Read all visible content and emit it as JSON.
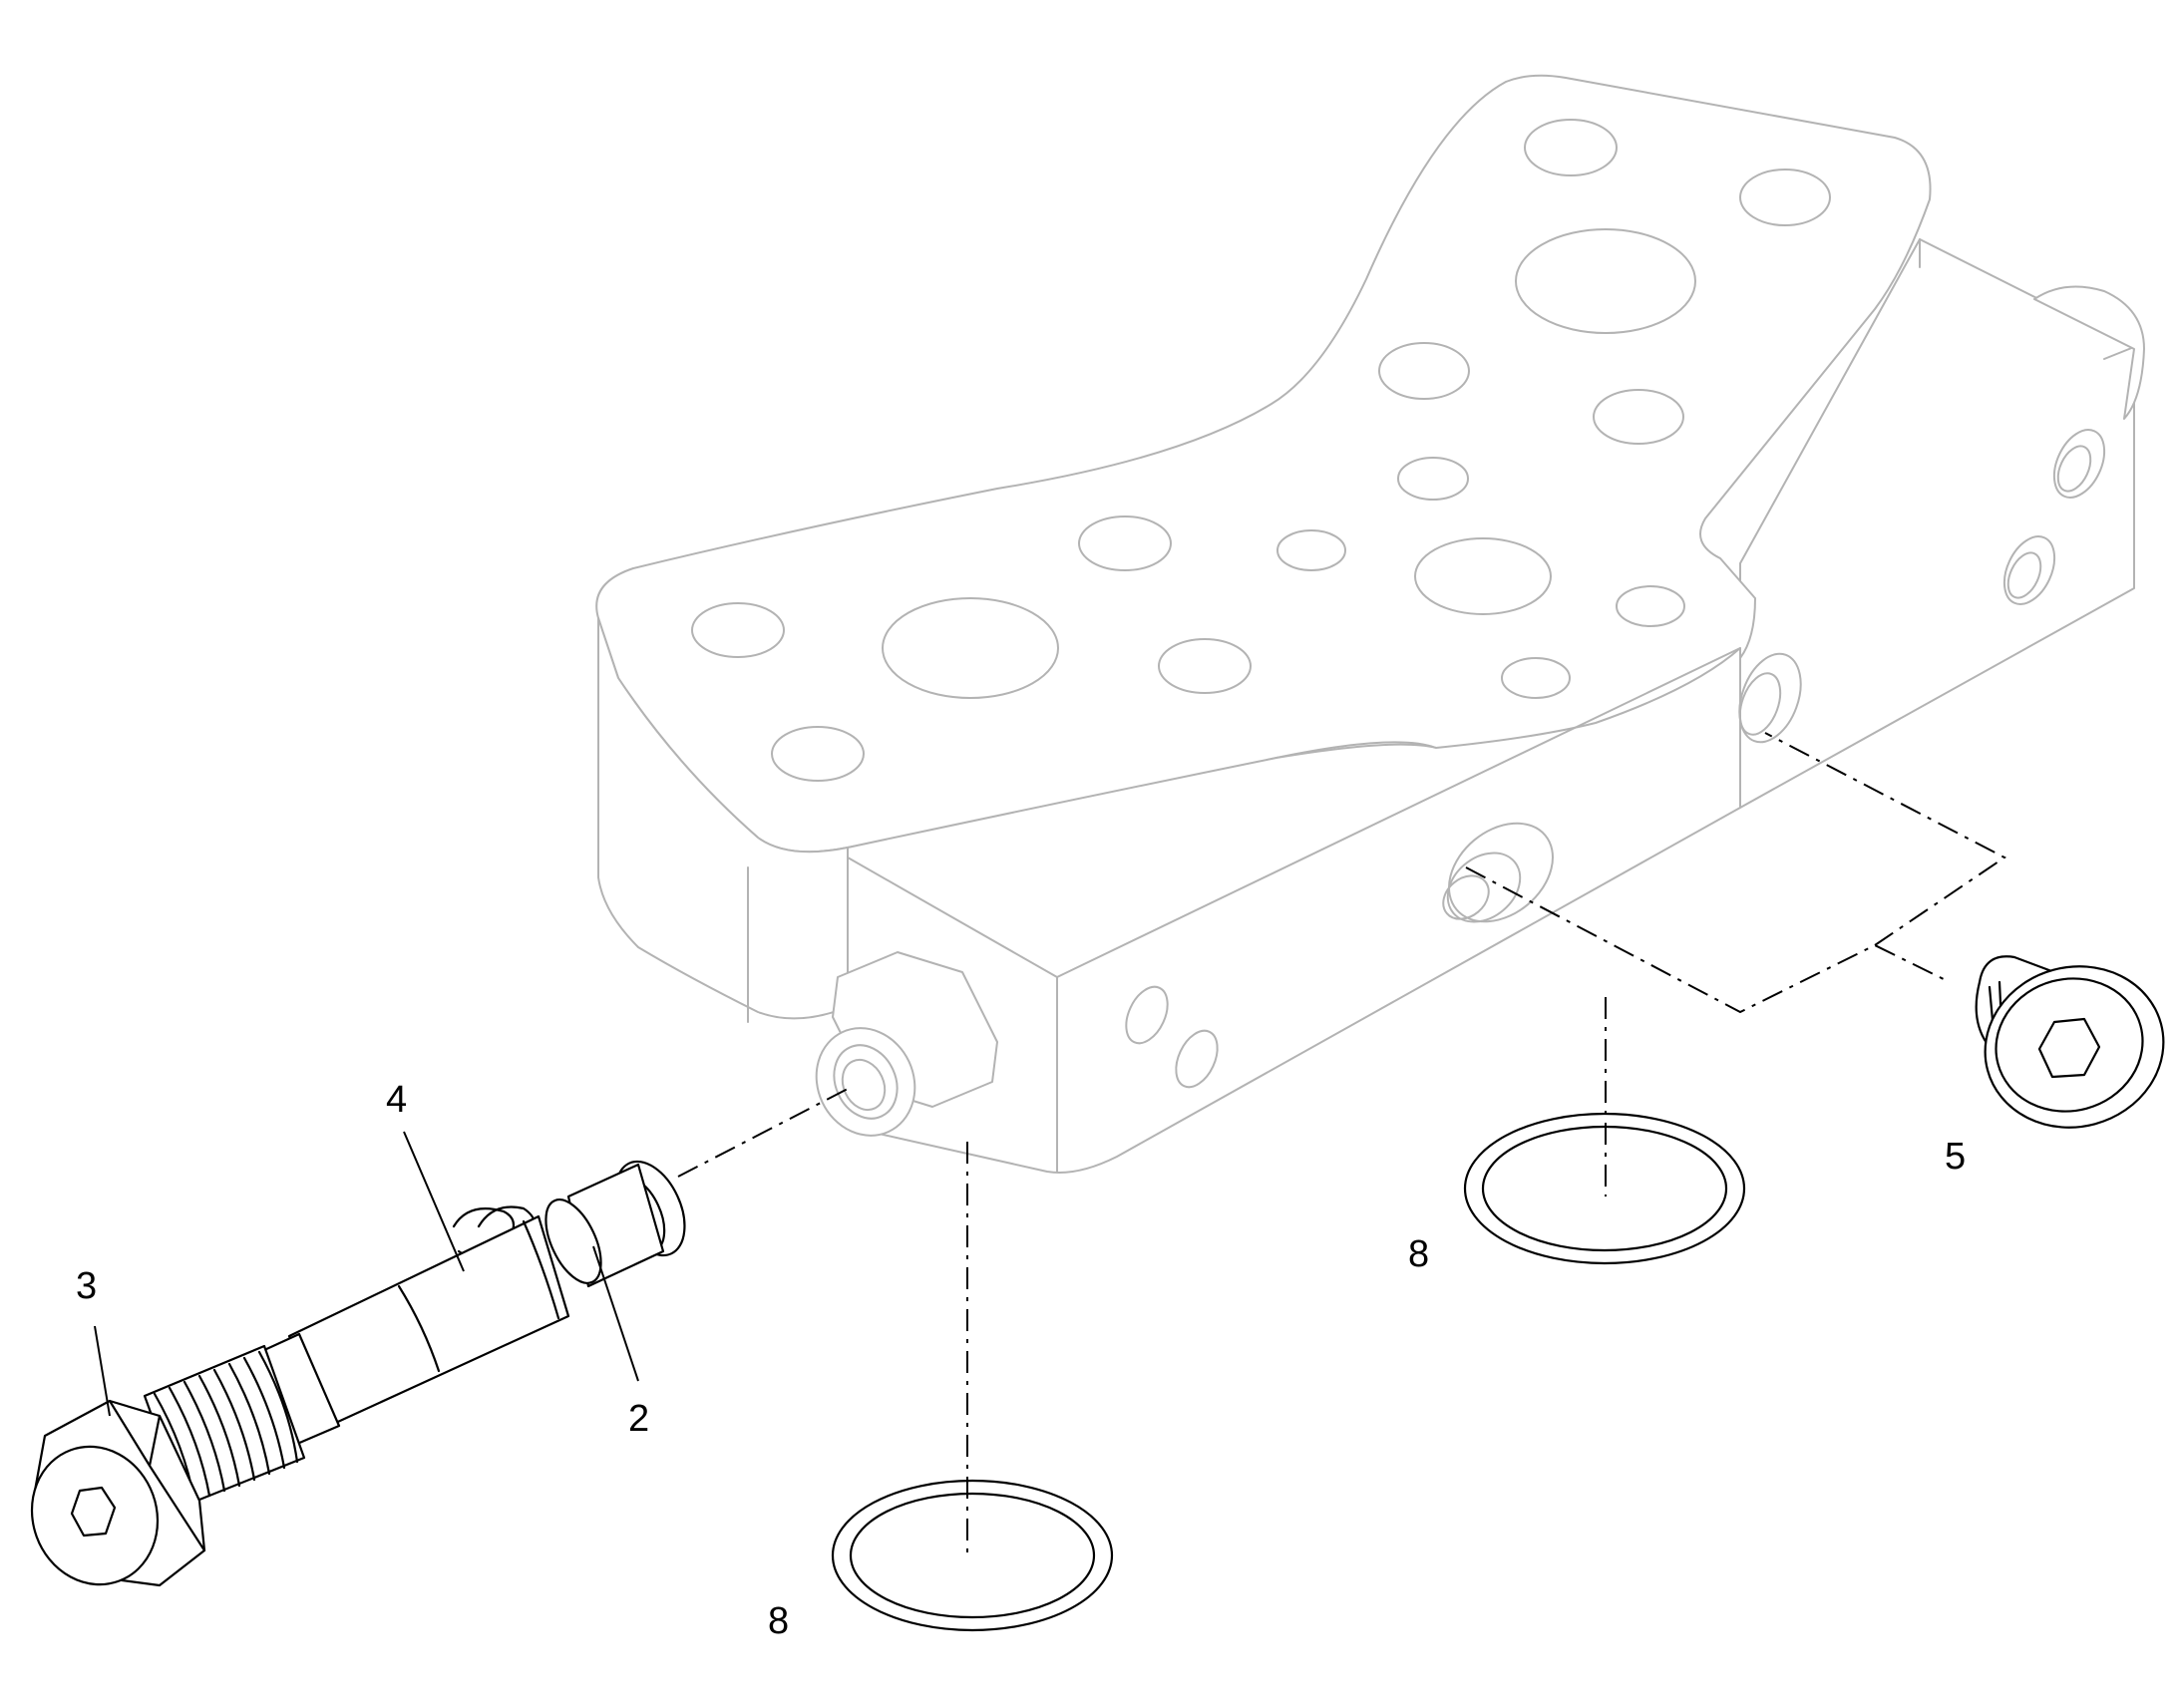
{
  "diagram": {
    "callouts": [
      {
        "id": "callout-2",
        "label": "2"
      },
      {
        "id": "callout-3",
        "label": "3"
      },
      {
        "id": "callout-4",
        "label": "4"
      },
      {
        "id": "callout-5",
        "label": "5"
      },
      {
        "id": "callout-8-right",
        "label": "8"
      },
      {
        "id": "callout-8-bottom",
        "label": "8"
      }
    ],
    "parts": {
      "valve_block": "valve-block",
      "relief_valve_cartridge": "cartridge",
      "spring": "spring",
      "plug": "hex-socket-plug",
      "o_ring": "o-ring"
    }
  }
}
